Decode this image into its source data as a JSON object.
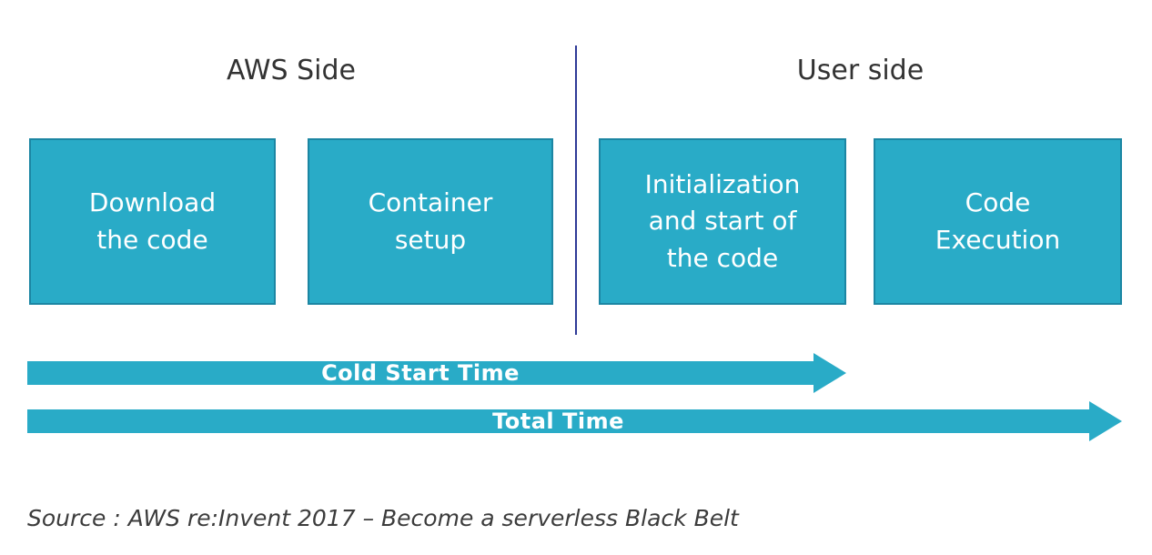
{
  "colors": {
    "teal": "#29ABC7",
    "teal_border": "#1C86A3",
    "divider": "#2E3A97",
    "heading_text": "#333333",
    "box_text": "#FFFFFF",
    "source_text": "#3C3C3C"
  },
  "headers": {
    "left": "AWS Side",
    "right": "User side"
  },
  "boxes": [
    {
      "label": "Download\nthe code"
    },
    {
      "label": "Container\nsetup"
    },
    {
      "label": "Initialization\nand start of\nthe code"
    },
    {
      "label": "Code\nExecution"
    }
  ],
  "arrows": [
    {
      "label": "Cold Start Time"
    },
    {
      "label": "Total Time"
    }
  ],
  "source": "Source : AWS re:Invent 2017 – Become a serverless Black Belt"
}
